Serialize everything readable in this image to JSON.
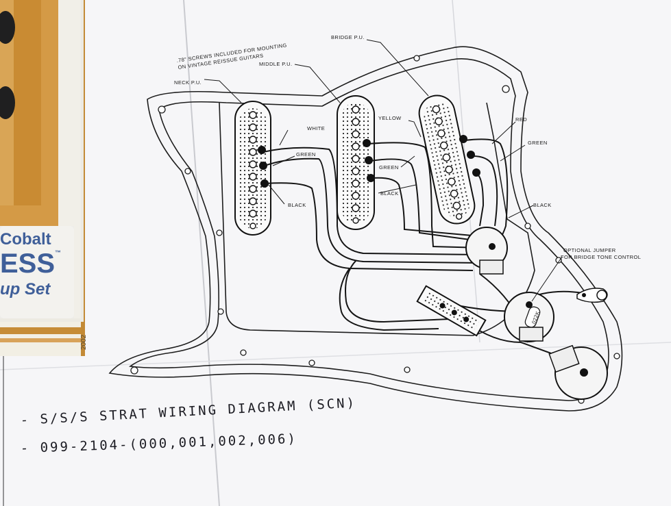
{
  "box": {
    "line1": "Cobalt",
    "line2": "ESS",
    "tm": "™",
    "line3": "up Set",
    "code": "2002"
  },
  "labels": {
    "bridge": "BRIDGE P.U.",
    "screws_1": ".78\" SCREWS INCLUDED FOR MOUNTING",
    "screws_2": "ON VINTAGE REISSUE GUITARS",
    "middle": "MIDDLE P.U.",
    "neck": "NECK P.U.",
    "white": "WHITE",
    "yellow": "YELLOW",
    "red": "RED",
    "green_1": "GREEN",
    "green_2": "GREEN",
    "green_3": "GREEN",
    "black_1": "BLACK",
    "black_2": "BLACK",
    "black_3": "BLACK",
    "jumper_1": "OPTIONAL JUMPER",
    "jumper_2": "FOR BRIDGE TONE CONTROL",
    "cap": ".022K"
  },
  "handwriting": {
    "line1": "- S/S/S  STRAT  WIRING  DIAGRAM  (SCN)",
    "line2": "- 099-2104-(000,001,002,006)"
  },
  "colors": {
    "paper": "#f7f7f8",
    "ink": "#1a1a1a",
    "box_orange": "#c8892e",
    "box_blue": "#3f5f99",
    "background": "#dfe0e4"
  }
}
